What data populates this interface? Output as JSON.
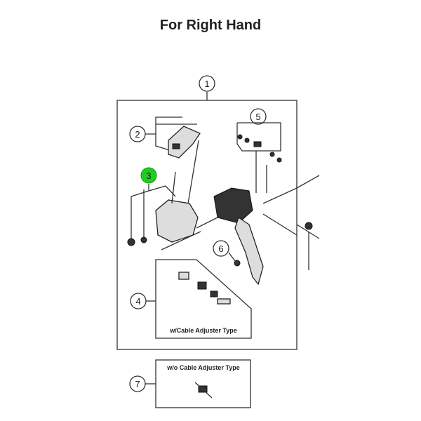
{
  "title": "For Right Hand",
  "callouts": [
    "1",
    "2",
    "3",
    "4",
    "5",
    "6",
    "7"
  ],
  "highlight_color": "#22cc22",
  "labels": {
    "with_adjuster": "w/Cable Adjuster Type",
    "without_adjuster": "w/o Cable Adjuster Type"
  }
}
